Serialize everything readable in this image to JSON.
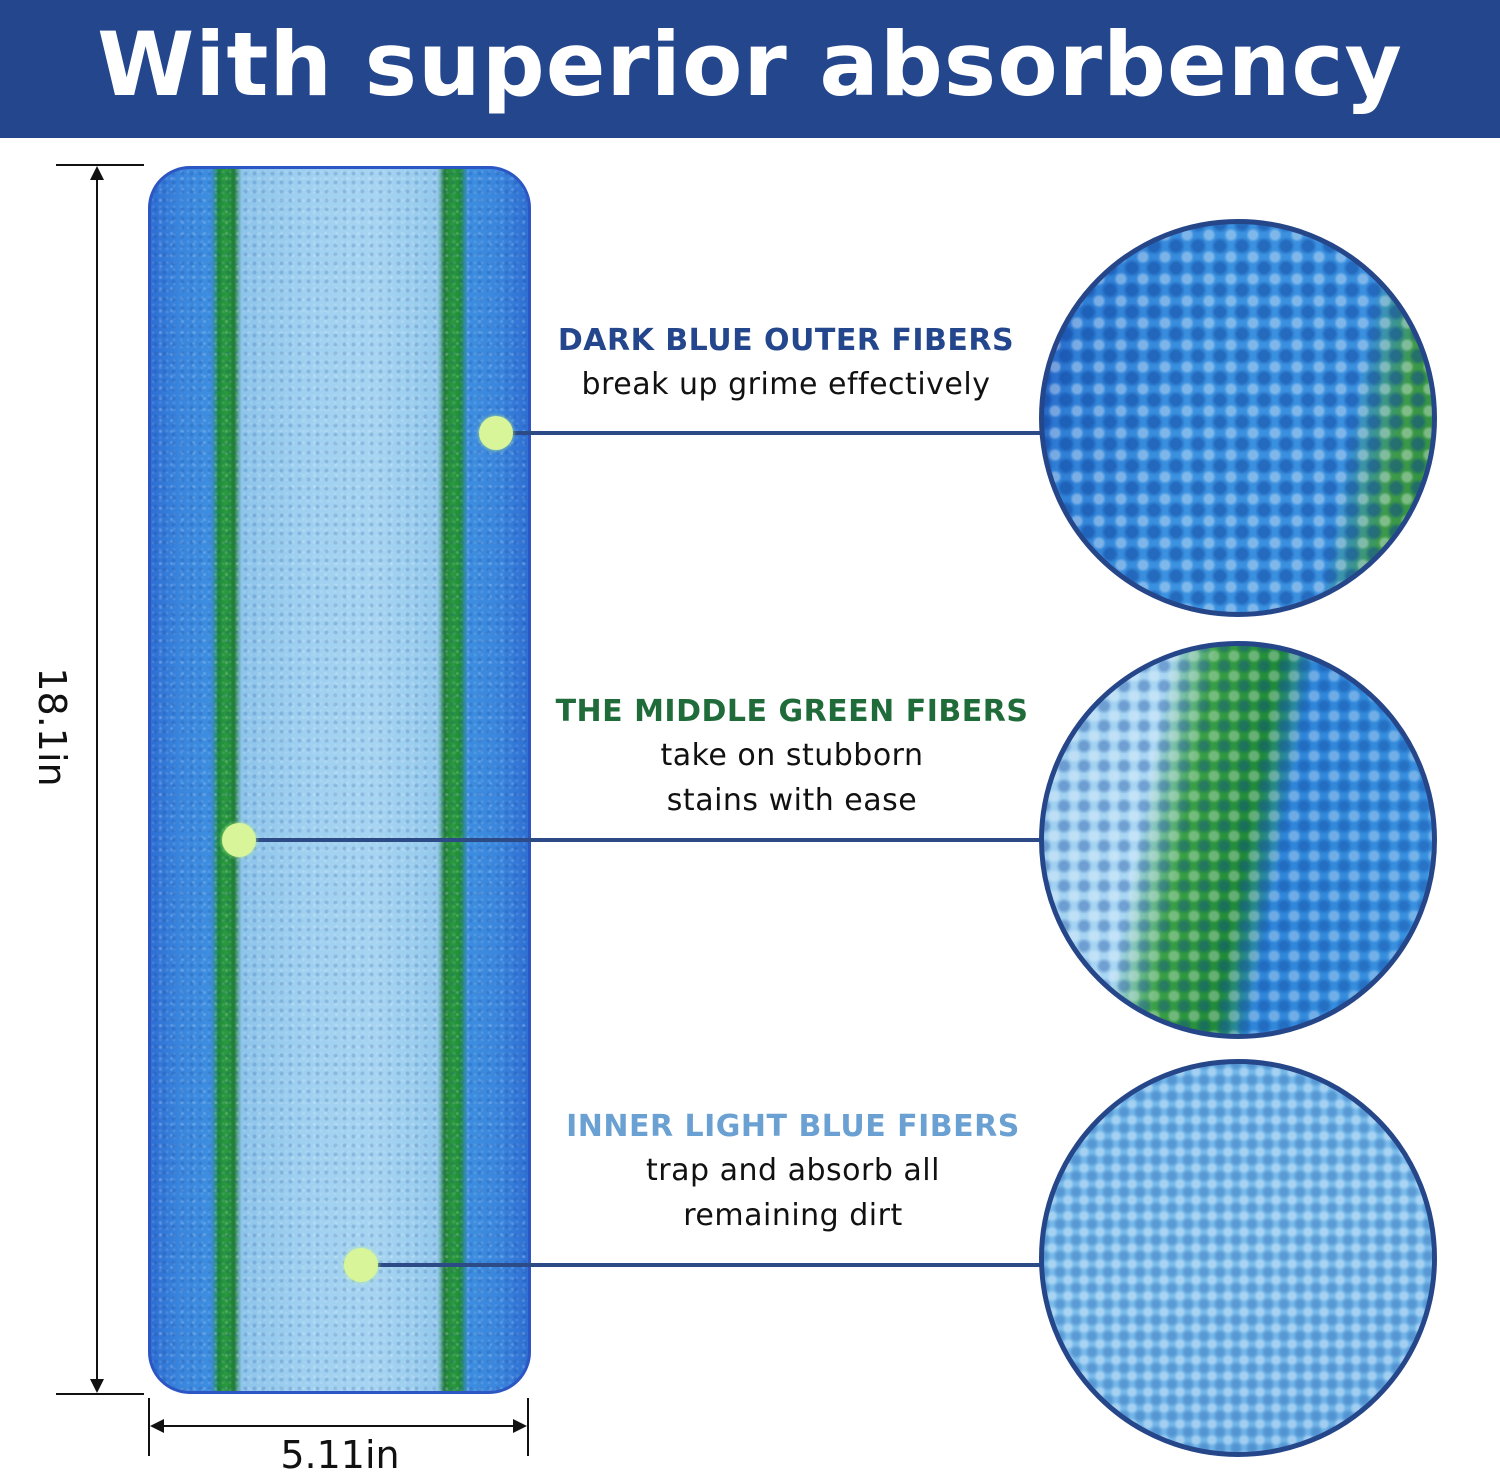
{
  "banner": {
    "title": "With superior absorbency"
  },
  "dimensions": {
    "height_label": "18.1in",
    "width_label": "5.11in"
  },
  "callouts": [
    {
      "heading": "DARK BLUE OUTER FIBERS",
      "lines": [
        "break up grime effectively"
      ],
      "heading_color": "#24468c"
    },
    {
      "heading": "THE MIDDLE GREEN FIBERS",
      "lines": [
        "take on stubborn",
        "stains with ease"
      ],
      "heading_color": "#1f6b3a"
    },
    {
      "heading": "INNER LIGHT BLUE FIBERS",
      "lines": [
        "trap and absorb all",
        "remaining dirt"
      ],
      "heading_color": "#6aa0d2"
    }
  ],
  "colors": {
    "banner": "#24468c",
    "leader": "#2b4a86",
    "dot": "#d8f59a"
  }
}
